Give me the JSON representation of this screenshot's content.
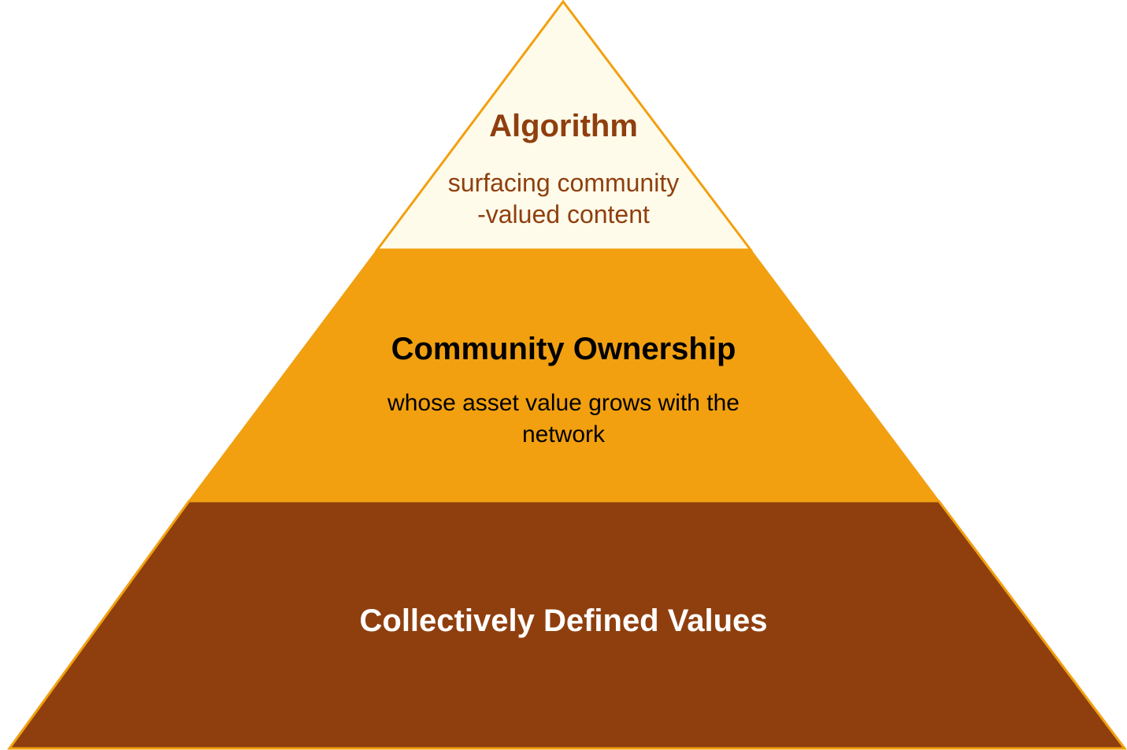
{
  "diagram": {
    "type": "pyramid",
    "colors": {
      "outline": "#F2A010",
      "top_fill": "#FEFBEB",
      "middle_fill": "#F2A010",
      "bottom_fill": "#8F3F0E",
      "top_text": "#8F3F0E",
      "middle_text": "#000000",
      "bottom_text": "#FFFFFF"
    },
    "levels": [
      {
        "position": "top",
        "title": "Algorithm",
        "subtitle_lines": [
          "surfacing community",
          "-valued content"
        ]
      },
      {
        "position": "middle",
        "title": "Community Ownership",
        "subtitle_lines": [
          "whose asset value grows with the",
          "network"
        ]
      },
      {
        "position": "bottom",
        "title": "Collectively Defined Values",
        "subtitle_lines": []
      }
    ]
  }
}
